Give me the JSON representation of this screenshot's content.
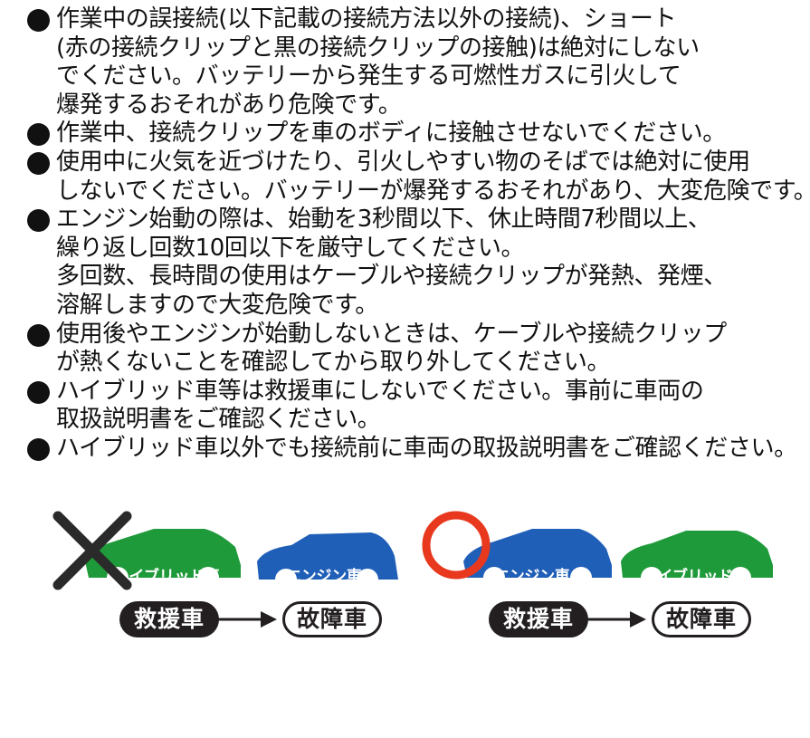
{
  "notes": [
    {
      "lines": [
        "作業中の誤接続(以下記載の接続方法以外の接続)、ショート",
        "(赤の接続クリップと黒の接続クリップの接触)は絶対にしない",
        "でください。バッテリーから発生する可燃性ガスに引火して",
        "爆発するおそれがあり危険です。"
      ]
    },
    {
      "lines": [
        "作業中、接続クリップを車のボディに接触させないでください。"
      ]
    },
    {
      "lines": [
        "使用中に火気を近づけたり、引火しやすい物のそばでは絶対に使用",
        "しないでください。バッテリーが爆発するおそれがあり、大変危険です。"
      ]
    },
    {
      "lines": [
        "エンジン始動の際は、始動を3秒間以下、休止時間7秒間以上、",
        "繰り返し回数10回以下を厳守してください。",
        "多回数、長時間の使用はケーブルや接続クリップが発熱、発煙、",
        "溶解しますので大変危険です。"
      ]
    },
    {
      "lines": [
        "使用後やエンジンが始動しないときは、ケーブルや接続クリップ",
        "が熱くないことを確認してから取り外してください。"
      ]
    },
    {
      "lines": [
        "ハイブリッド車等は救援車にしないでください。事前に車両の",
        "取扱説明書をご確認ください。"
      ]
    },
    {
      "lines": [
        "ハイブリッド車以外でも接続前に車両の取扱説明書をご確認ください。"
      ]
    }
  ],
  "diagram": {
    "wrong": {
      "car_rescue": "ハイブリッド車",
      "car_disabled": "エンジン車",
      "role_rescue": "救援車",
      "role_disabled": "故障車"
    },
    "right": {
      "car_rescue": "エンジン車",
      "car_disabled": "ハイブリッド車",
      "role_rescue": "救援車",
      "role_disabled": "故障車"
    }
  },
  "colors": {
    "hybrid_car": "#1f9a3a",
    "engine_car": "#1f5fb8",
    "cross_mark": "#2a2a2a",
    "circle_mark": "#e8381e",
    "pill_dark": "#231f20"
  },
  "icons": {
    "wrong_mark": "cross-mark-icon",
    "right_mark": "circle-mark-icon",
    "arrow": "arrow-right-icon",
    "car": "car-icon"
  }
}
